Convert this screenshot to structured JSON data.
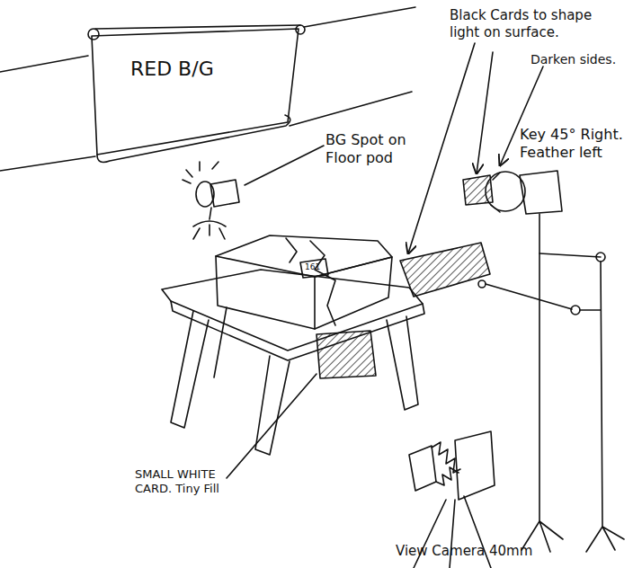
{
  "diagram": {
    "nodes": [
      {
        "text": [
          "RED B/G"
        ]
      }
    ],
    "labels": [
      "BG Spot on Floor pod",
      "Black Cards to shape light on surface.",
      "Darken sides.",
      "Key 45° Right. Feather left",
      "161",
      "SMALL WHITE CARD. Tiny Fill",
      "View Camera 40mm"
    ]
  }
}
